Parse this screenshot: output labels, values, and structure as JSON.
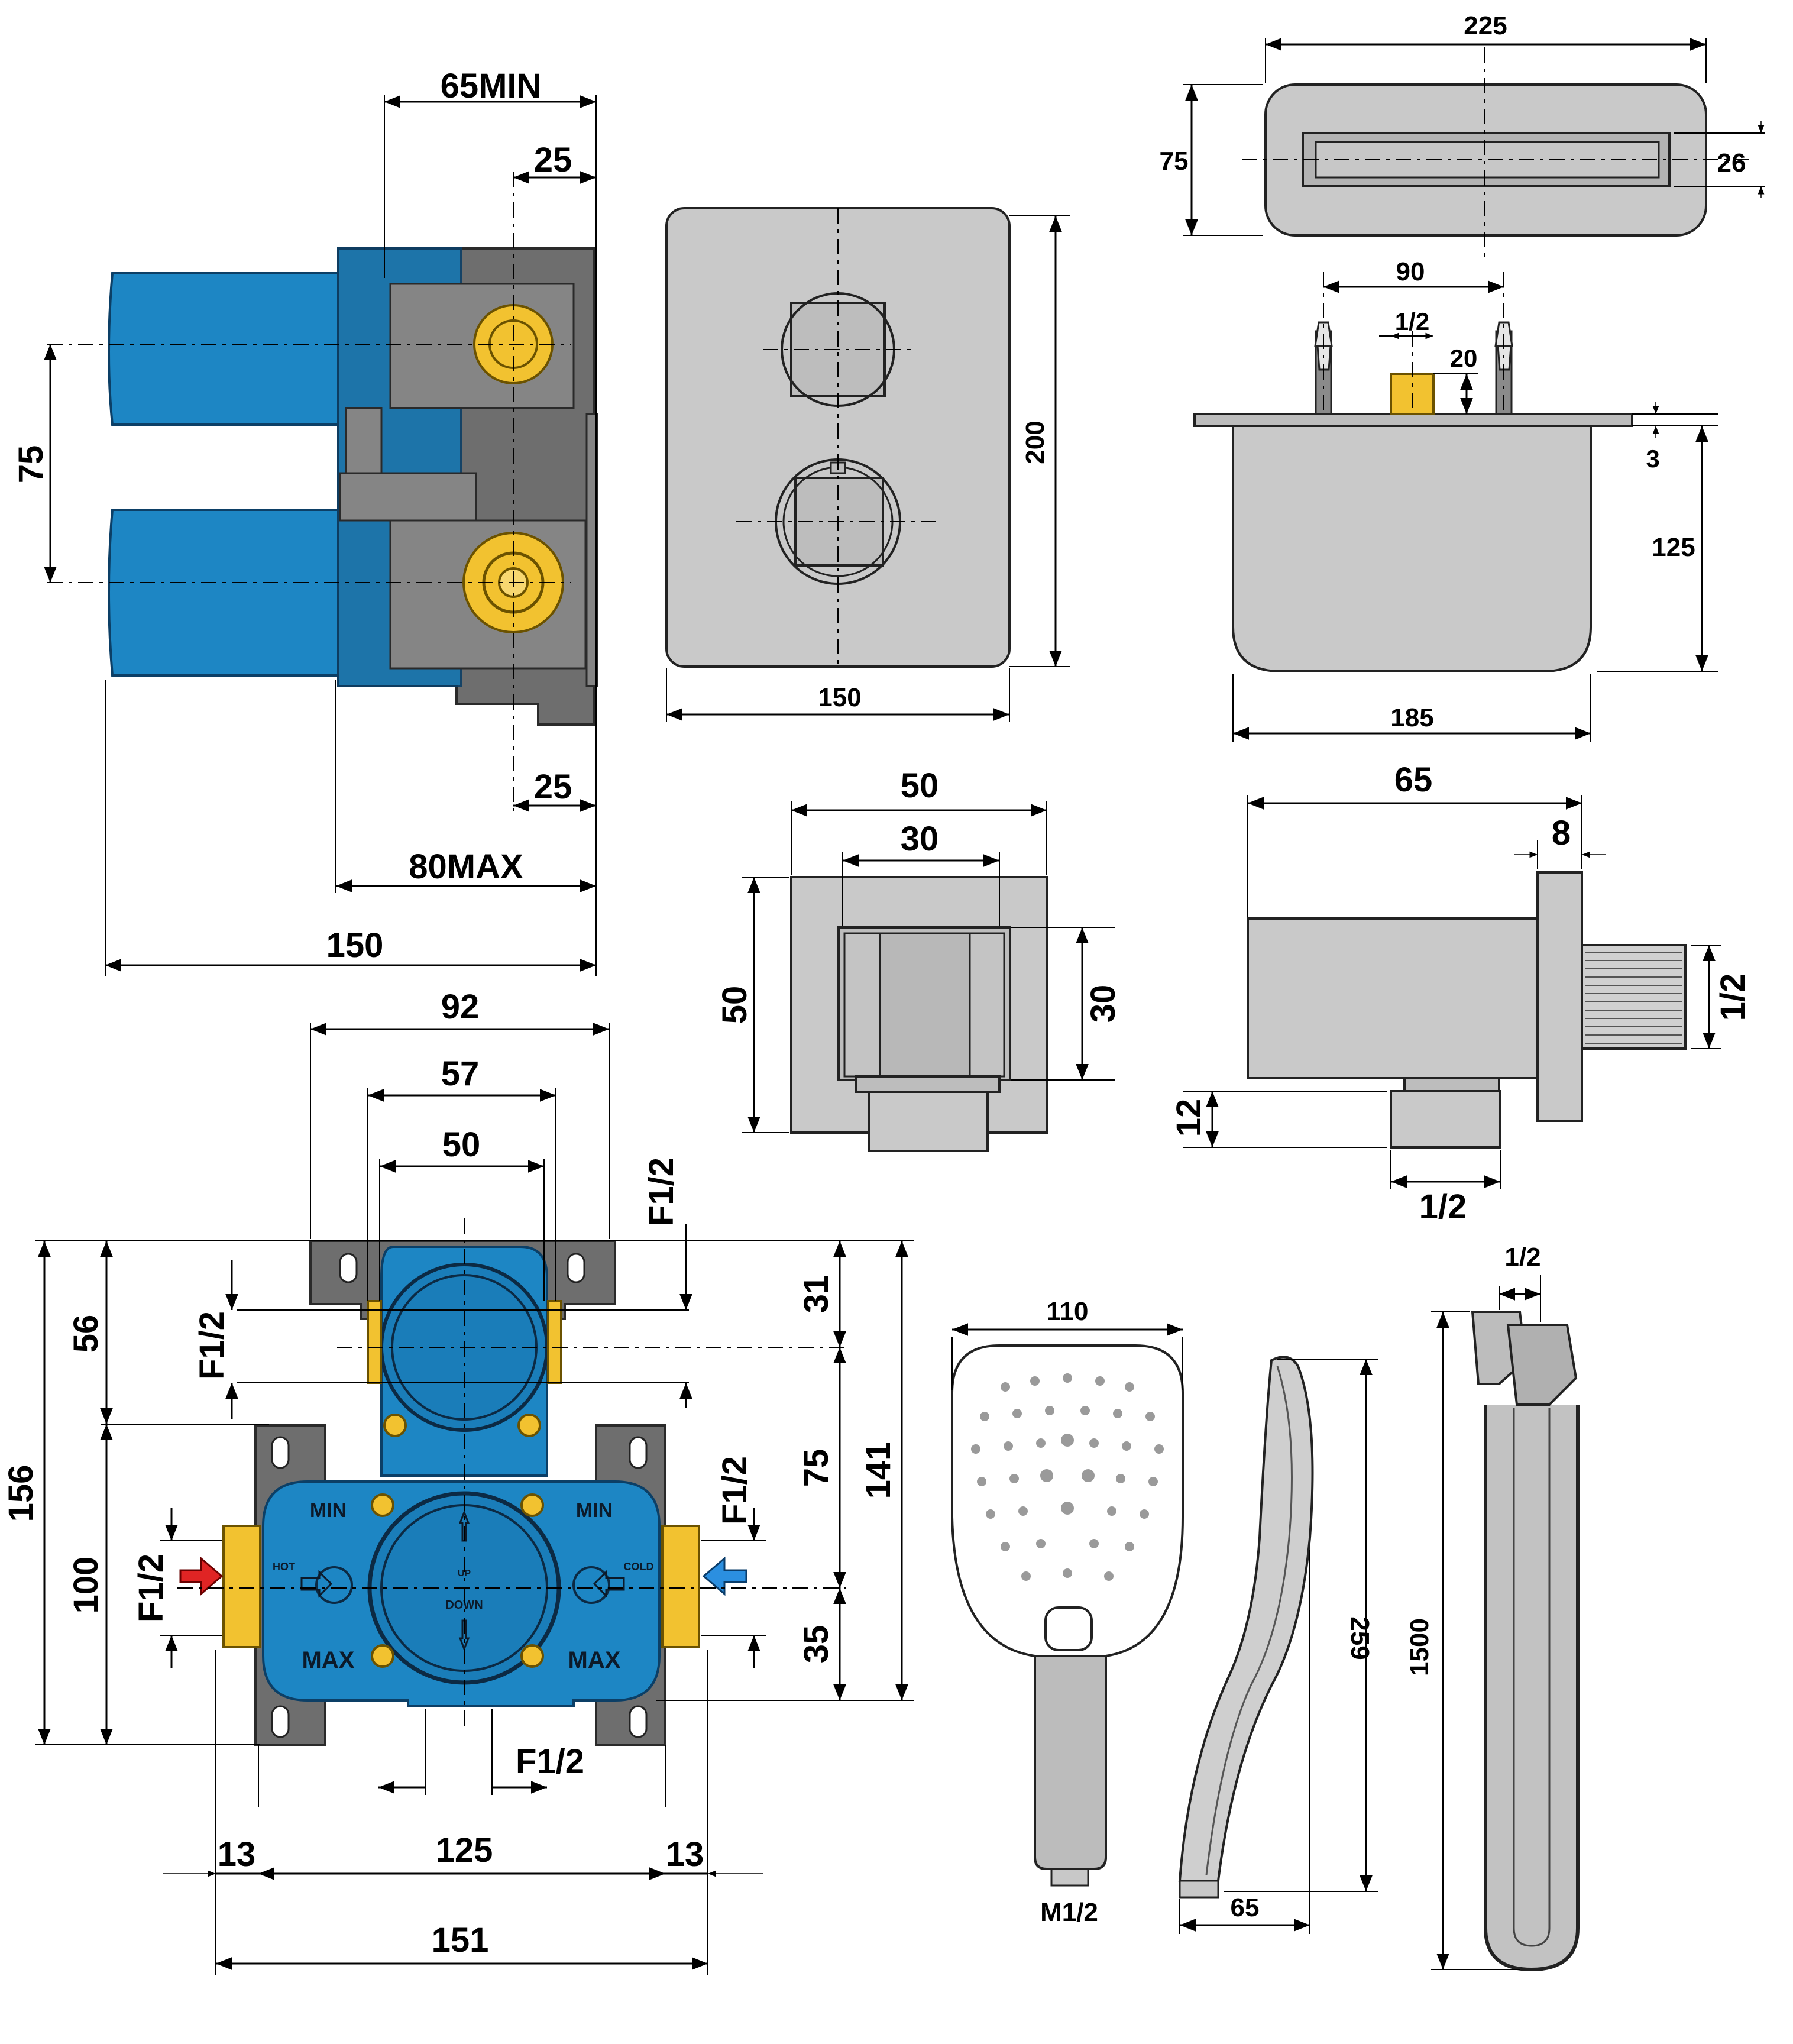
{
  "valve_side": {
    "d1": "65MIN",
    "d2": "25",
    "d3": "75",
    "d4": "25",
    "d5": "80MAX",
    "d6": "150"
  },
  "cover_plate": {
    "height": "200",
    "width": "150"
  },
  "spout_top": {
    "width": "225",
    "height": "75",
    "slot": "26"
  },
  "spout_side": {
    "spacing": "90",
    "thread": "1/2",
    "offset": "20",
    "plate": "3",
    "depth": "125",
    "width": "185"
  },
  "knob": {
    "outer_w": "50",
    "inner_w": "30",
    "outer_h": "50",
    "inner_h": "30"
  },
  "elbow": {
    "length": "65",
    "flange": "8",
    "thread_side": "1/2",
    "nut_h": "12",
    "thread_bottom": "1/2"
  },
  "valve_front": {
    "w92": "92",
    "w57": "57",
    "w50": "50",
    "f_top_right": "F1/2",
    "f_top_left": "F1/2",
    "f_left": "F1/2",
    "f_right": "F1/2",
    "f_bottom": "F1/2",
    "h56": "56",
    "h156": "156",
    "h100": "100",
    "v31": "31",
    "v75": "75",
    "v141": "141",
    "v35": "35",
    "b13l": "13",
    "b125": "125",
    "b13r": "13",
    "b151": "151",
    "label_min": "MIN",
    "label_max": "MAX",
    "label_hot": "HOT",
    "label_cold": "COLD",
    "label_up": "UP",
    "label_down": "DOWN"
  },
  "hand_shower": {
    "width": "110",
    "connector": "M1/2",
    "length": "259",
    "grip": "65"
  },
  "hose": {
    "thread": "1/2",
    "length": "1500"
  },
  "colors": {
    "blue_body": "#1d86c4",
    "brass": "#f2c230",
    "hot_arrow": "#e02424",
    "cold_arrow": "#2b8fe0"
  }
}
